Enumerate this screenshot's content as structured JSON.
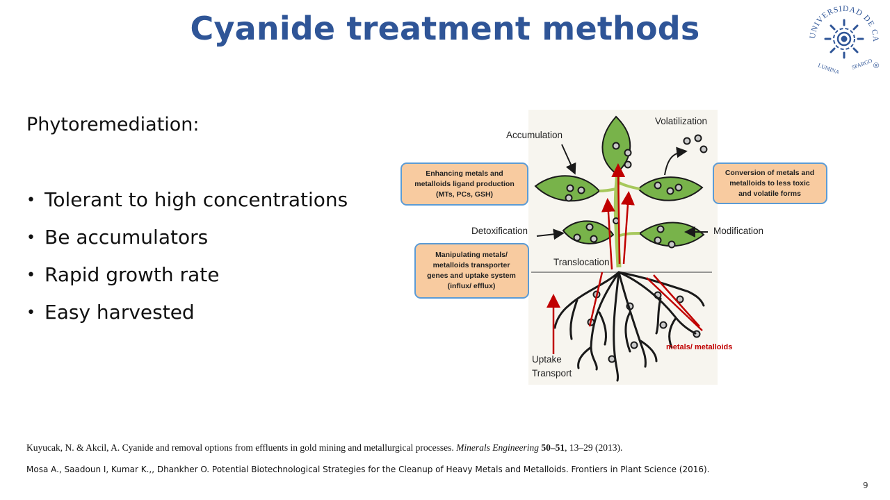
{
  "title": "Cyanide treatment methods",
  "logo": {
    "ring_text": "UNIVERSIDAD DE CALDAS",
    "motto_left": "LUMINA",
    "motto_right": "SPARGO",
    "registered": "®"
  },
  "subtitle": "Phytoremediation:",
  "bullets": [
    "Tolerant to high concentrations",
    "Be accumulators",
    "Rapid growth rate",
    "Easy harvested"
  ],
  "diagram": {
    "labels": {
      "accumulation": "Accumulation",
      "volatilization": "Volatilization",
      "detoxification": "Detoxification",
      "modification": "Modification",
      "translocation": "Translocation",
      "uptake_line1": "Uptake",
      "uptake_line2": "Transport",
      "metals": "metals/ metalloids"
    },
    "boxes": {
      "enhancing": [
        "Enhancing metals and",
        "metalloids ligand production",
        "(MTs, PCs, GSH)"
      ],
      "conversion": [
        "Conversion of metals and",
        "metalloids to less toxic",
        "and volatile forms"
      ],
      "manipulating": [
        "Manipulating metals/",
        "metalloids transporter",
        "genes and uptake system",
        "(influx/ efflux)"
      ]
    },
    "colors": {
      "box_fill": "#f8cba0",
      "box_border": "#5b9bd5",
      "leaf": "#78b34a",
      "root": "#1a1a1a",
      "arrow": "#c00000"
    }
  },
  "references": {
    "ref1_authors": "Kuyucak, N. & Akcil, A. Cyanide and removal options from effluents in gold mining and metallurgical processes.",
    "ref1_journal": "Minerals Engineering",
    "ref1_volume": "50–51",
    "ref1_pages": ", 13–29 (2013).",
    "ref2": "Mosa  A., Saadoun I, Kumar K.,, Dhankher O. Potential Biotechnological Strategies for the Cleanup of Heavy Metals and Metalloids. Frontiers in Plant Science  (2016)."
  },
  "page_number": "9"
}
